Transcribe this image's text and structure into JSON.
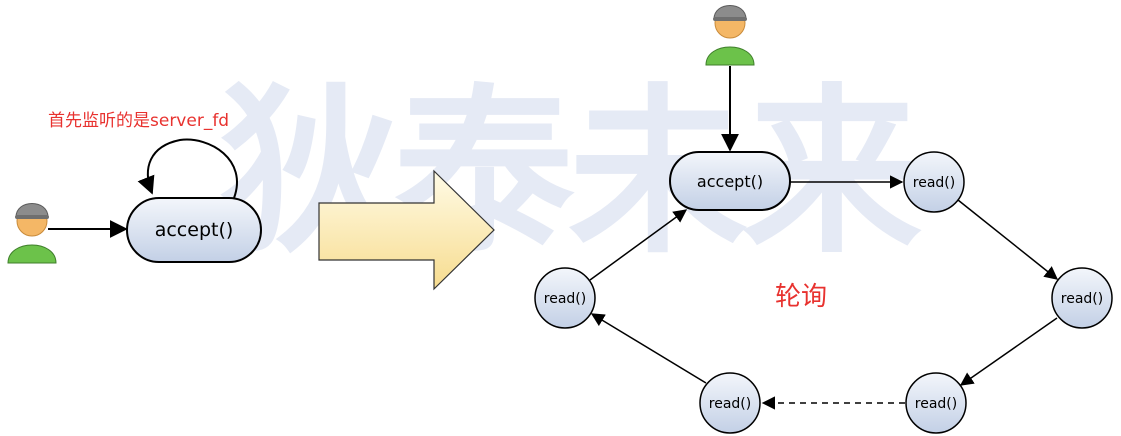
{
  "watermark": {
    "text": "狄泰未来"
  },
  "left": {
    "note": "首先监听的是server_fd",
    "accept_label": "accept()"
  },
  "right": {
    "accept_label": "accept()",
    "read_labels": [
      "read()",
      "read()",
      "read()",
      "read()",
      "read()"
    ],
    "center_label": "轮询"
  },
  "colors": {
    "node_fill_top": "#f3f6fb",
    "node_fill_bottom": "#c3d0e6",
    "node_stroke": "#000000",
    "arrow_fill_top": "#fffbe6",
    "arrow_fill_bottom": "#f7dc8f",
    "label_red": "#e8322f",
    "watermark_blue": "#e3e8f4",
    "watermark_pink": "#f6dde2",
    "person_skin": "#f4b766",
    "person_body": "#6cc24a",
    "person_hat": "#8c8c8c"
  },
  "icons": [
    "user-icon",
    "user-icon",
    "big-right-arrow-icon"
  ]
}
